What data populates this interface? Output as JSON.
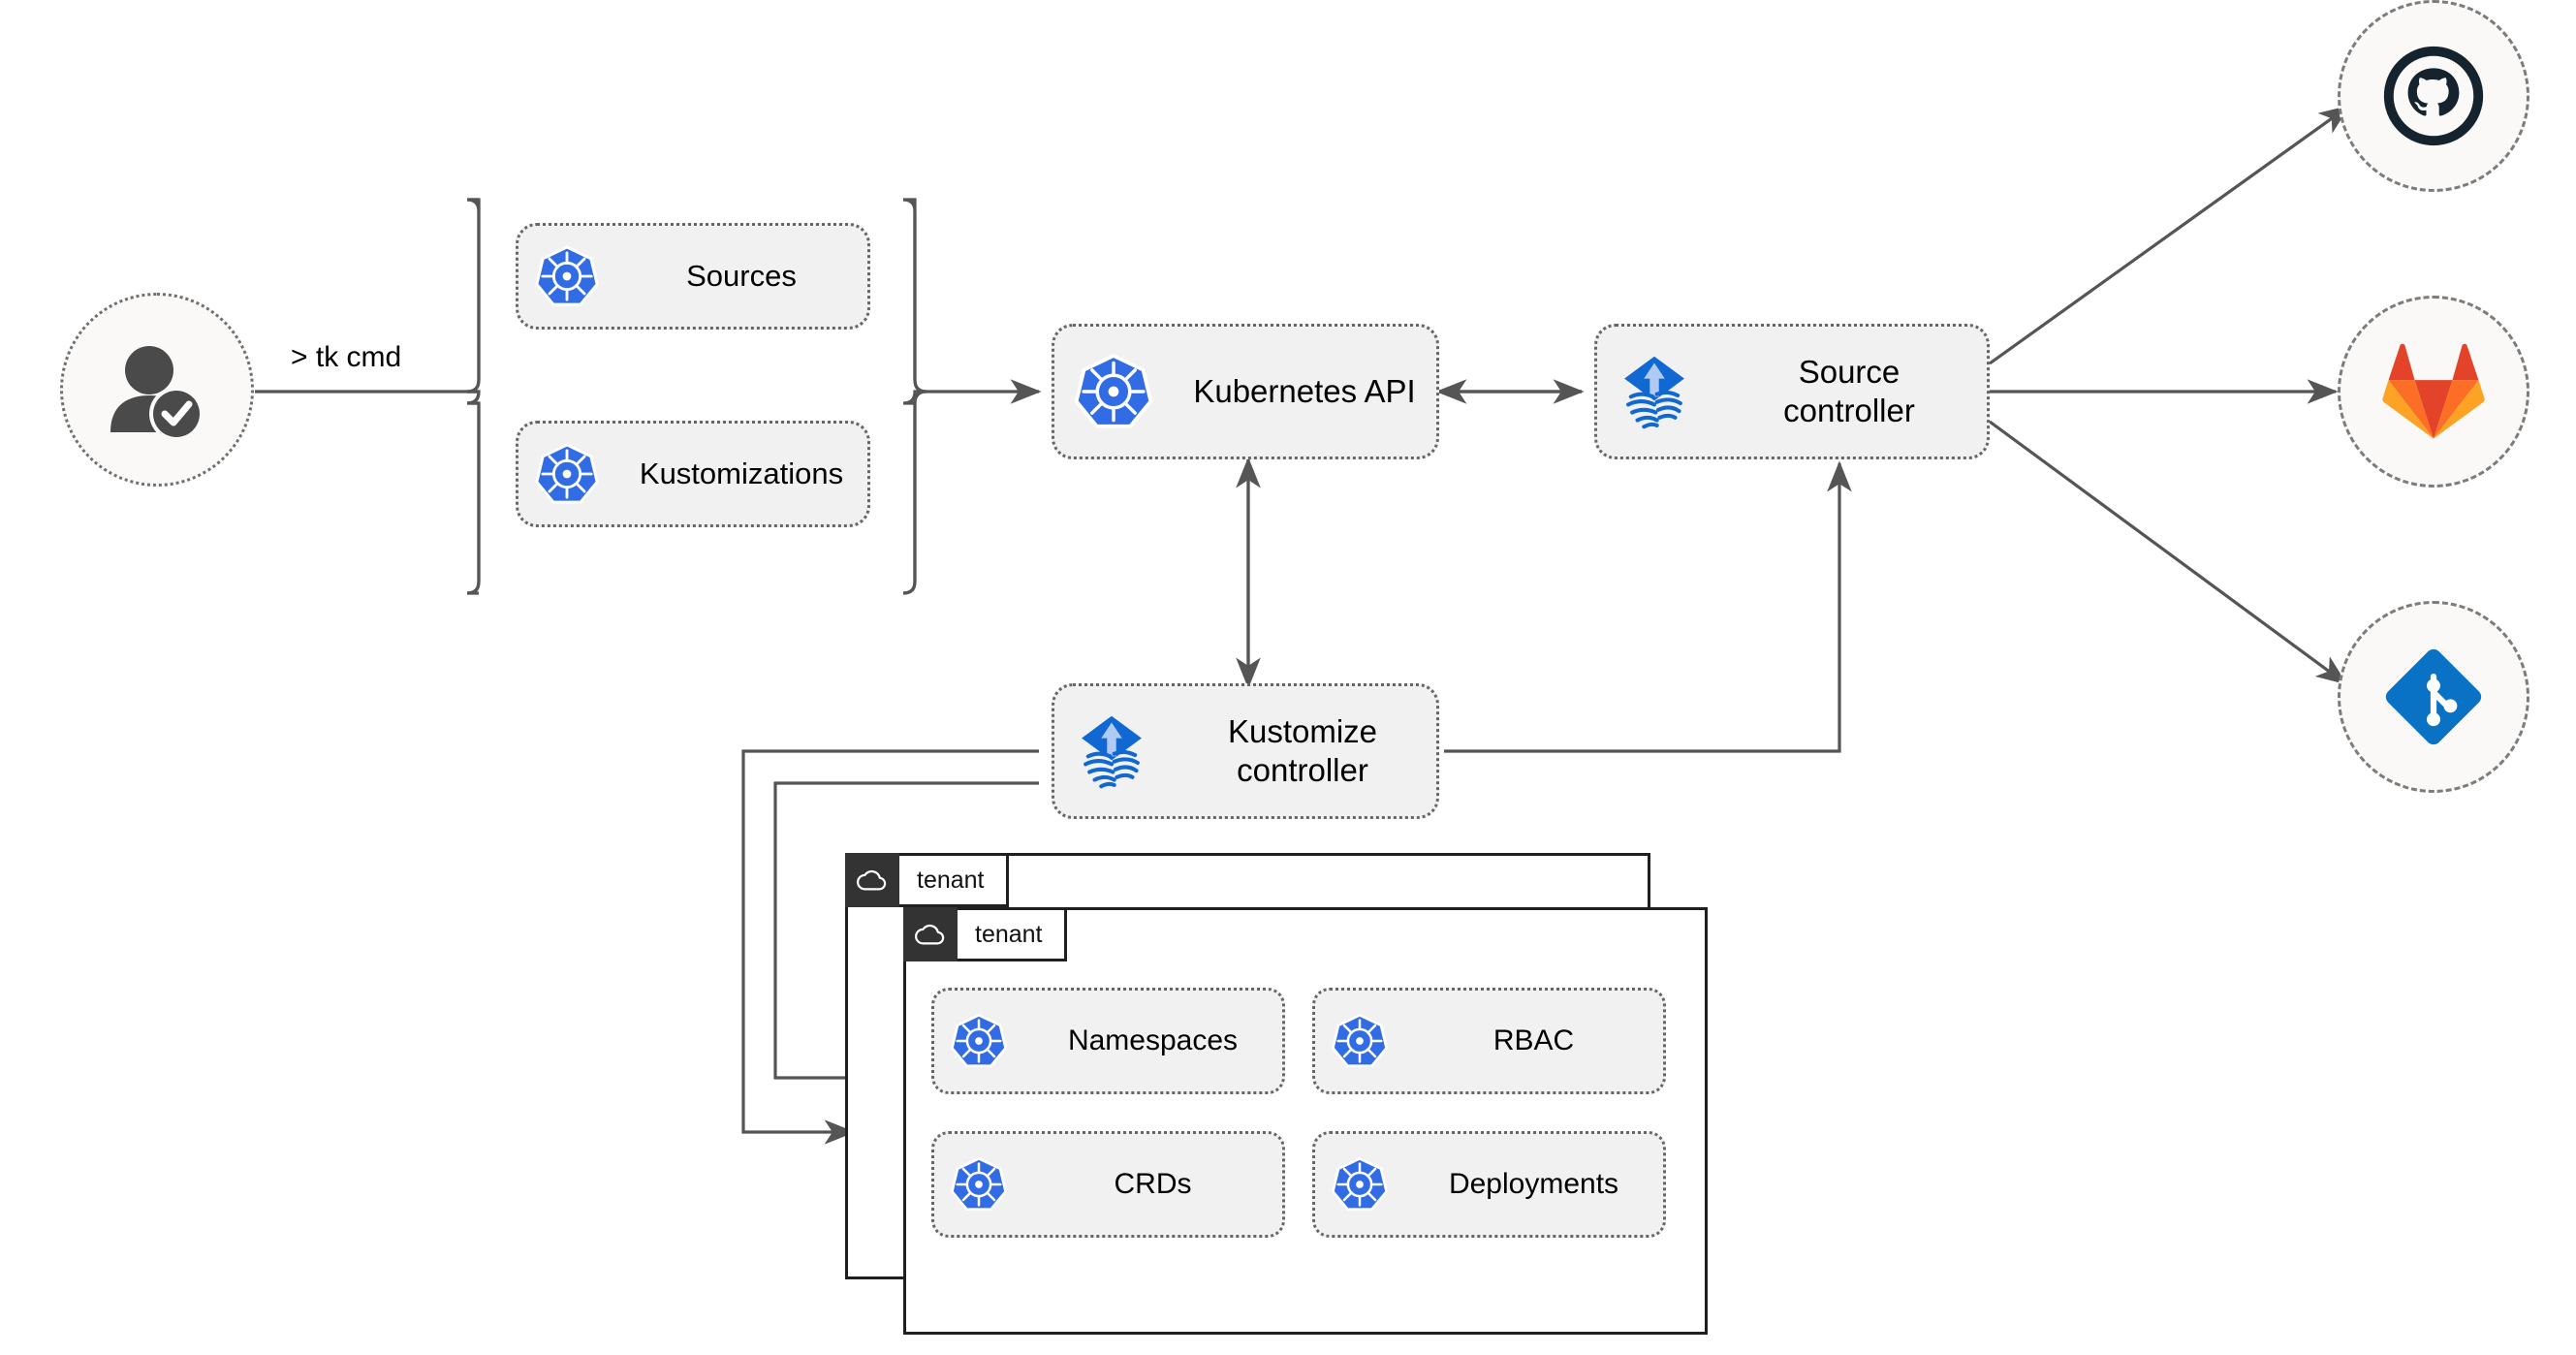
{
  "diagram": {
    "title": "Flux multi-tenancy GitOps architecture",
    "colors": {
      "kubernetes_blue": "#326CE5",
      "flux_blue": "#1268D3",
      "flux_arrow": "#AFCBF4",
      "github_dark": "#14232E",
      "gitlab_red": "#E24329",
      "gitlab_orange": "#FC6D26",
      "gitlab_light_orange": "#FCA326",
      "git_blue": "#0A72C4",
      "edge_gray": "#555555",
      "card_fill": "#F1F1F1",
      "card_border": "#666666",
      "tenant_border": "#1F1F1F",
      "tenant_tab_fill": "#333333",
      "circle_fill": "#FAF9F7",
      "user_icon": "#4A4A4A"
    },
    "user": {
      "icon": "verified-user-icon",
      "command_label": "> tk cmd"
    },
    "crd_group": {
      "items": [
        {
          "label": "Sources",
          "icon": "kubernetes-icon"
        },
        {
          "label": "Kustomizations",
          "icon": "kubernetes-icon"
        }
      ]
    },
    "nodes": {
      "kubernetes_api": {
        "label": "Kubernetes API",
        "icon": "kubernetes-icon"
      },
      "source_controller": {
        "label": "Source\ncontroller",
        "icon": "flux-icon"
      },
      "kustomize_controller": {
        "label": "Kustomize\ncontroller",
        "icon": "flux-icon"
      }
    },
    "providers": [
      {
        "name": "github",
        "icon": "github-icon"
      },
      {
        "name": "gitlab",
        "icon": "gitlab-icon"
      },
      {
        "name": "git",
        "icon": "git-icon"
      }
    ],
    "tenants": [
      {
        "label": "tenant",
        "icon": "cloud-icon",
        "resources": []
      },
      {
        "label": "tenant",
        "icon": "cloud-icon",
        "resources": [
          {
            "label": "Namespaces",
            "icon": "kubernetes-icon"
          },
          {
            "label": "RBAC",
            "icon": "kubernetes-icon"
          },
          {
            "label": "CRDs",
            "icon": "kubernetes-icon"
          },
          {
            "label": "Deployments",
            "icon": "kubernetes-icon"
          }
        ]
      }
    ],
    "edges": [
      {
        "from": "user",
        "to": "crd-group",
        "label": "> tk cmd",
        "style": "solid"
      },
      {
        "from": "crd-group",
        "to": "kubernetes-api",
        "arrow": "single"
      },
      {
        "from": "kubernetes-api",
        "to": "source-controller",
        "arrow": "double"
      },
      {
        "from": "kubernetes-api",
        "to": "kustomize-controller",
        "arrow": "double"
      },
      {
        "from": "kustomize-controller",
        "to": "source-controller",
        "arrow": "single"
      },
      {
        "from": "source-controller",
        "to": "github",
        "arrow": "single"
      },
      {
        "from": "source-controller",
        "to": "gitlab",
        "arrow": "single"
      },
      {
        "from": "source-controller",
        "to": "git",
        "arrow": "single"
      },
      {
        "from": "kustomize-controller",
        "to": "tenant-1",
        "arrow": "single"
      },
      {
        "from": "kustomize-controller",
        "to": "tenant-2",
        "arrow": "single"
      }
    ]
  }
}
